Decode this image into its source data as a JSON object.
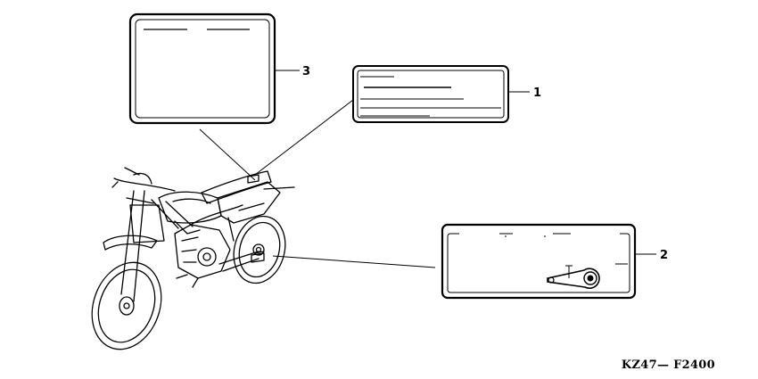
{
  "callouts": {
    "label_1": "1",
    "label_2": "2",
    "label_3": "3"
  },
  "diagram_code": "KZ47— F2400",
  "colors": {
    "ink": "#000000",
    "paper": "#ffffff"
  }
}
